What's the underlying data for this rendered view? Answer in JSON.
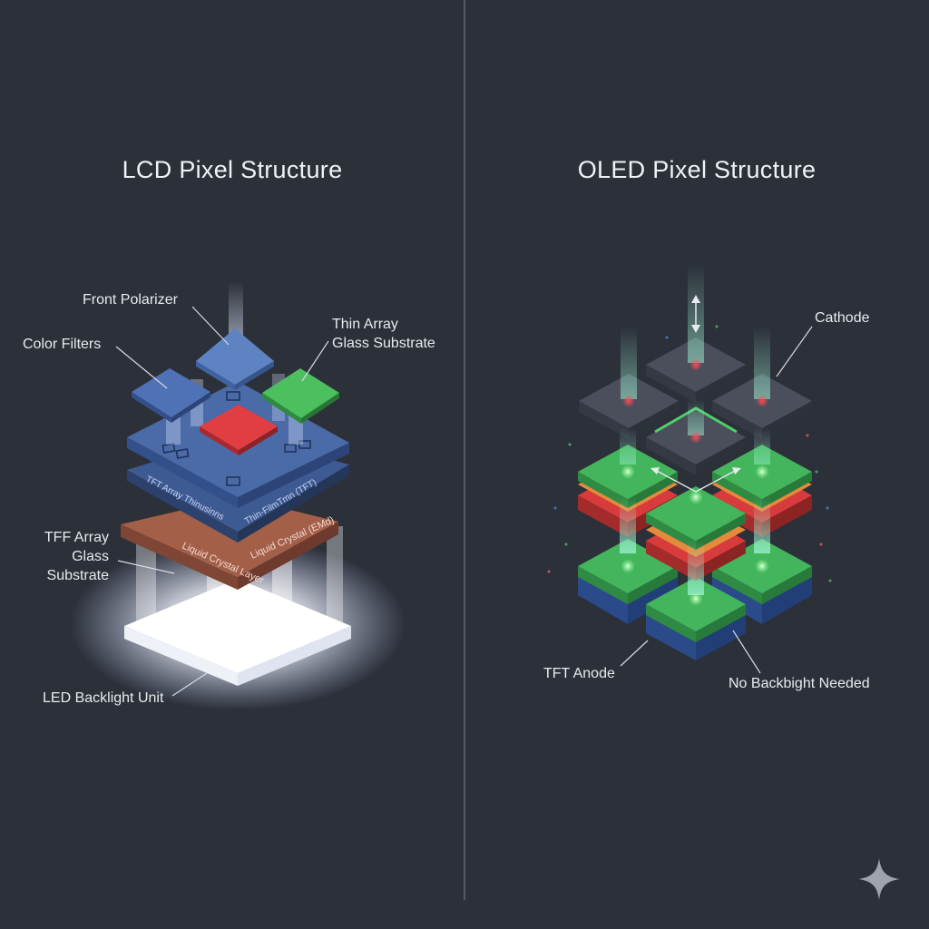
{
  "lcd": {
    "title": "LCD Pixel Structure",
    "labels": {
      "front_polarizer": "Front Polarizer",
      "color_filters": "Color Filters",
      "thin_array": "Thin Array\nGlass Substrate",
      "tff_array": "TFF Array Glass\nSubstrate",
      "led_backlight": "LED Backlight Unit"
    },
    "layer_text": {
      "tft_left": "TFT Array Thinusinns",
      "tft_right": "Thin-FilmTmn (TFT)",
      "lc_left": "Liquid Crystal Layer",
      "lc_right": "Liquid Crystal (EMd)"
    }
  },
  "oled": {
    "title": "OLED Pixel Structure",
    "labels": {
      "cathode": "Cathode",
      "tft_anode": "TFT Anode",
      "no_backlight": "No Backbight Needed"
    }
  },
  "colors": {
    "background": "#2c3039",
    "blue": "#3f66a8",
    "green": "#3fb45a",
    "red": "#d83b3b",
    "orange": "#e58a3c",
    "copper": "#a35f48",
    "cathode_gray": "#4a4f5b"
  },
  "icons": {
    "watermark": "sparkle-icon"
  }
}
